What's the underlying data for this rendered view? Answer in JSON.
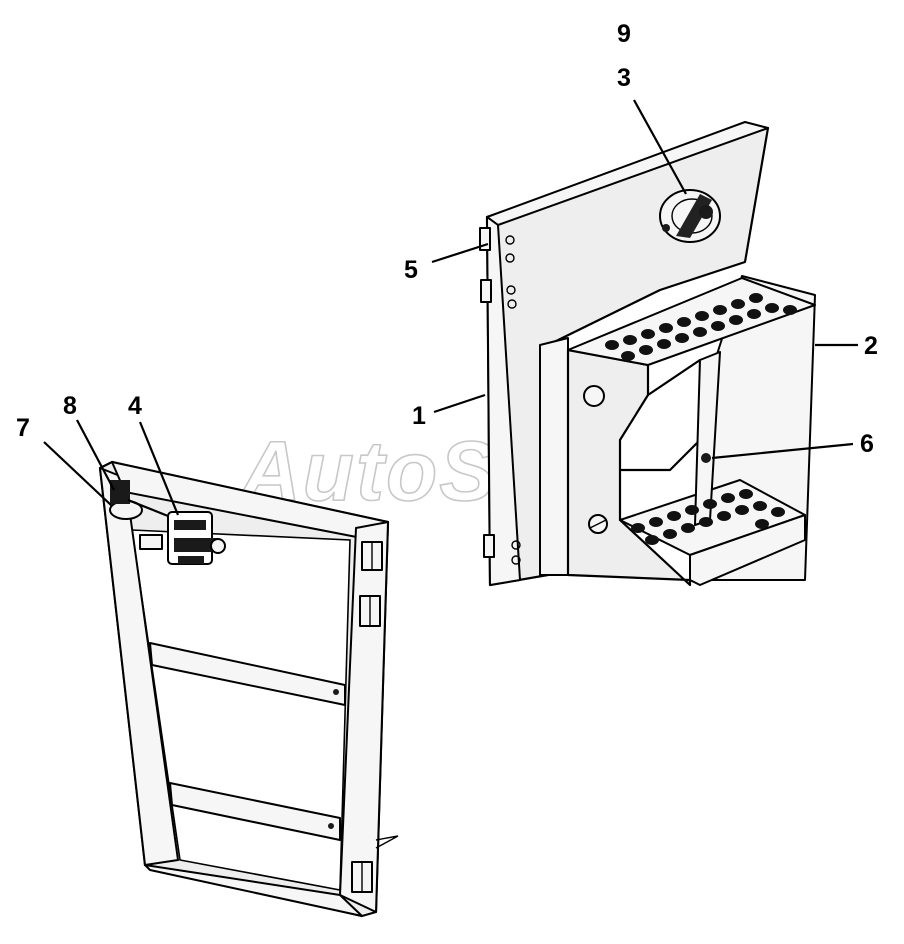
{
  "watermark": "AutoSoft",
  "callouts": {
    "c1": "1",
    "c2": "2",
    "c3": "3",
    "c4": "4",
    "c5": "5",
    "c6": "6",
    "c7": "7",
    "c8": "8",
    "c9": "9"
  }
}
